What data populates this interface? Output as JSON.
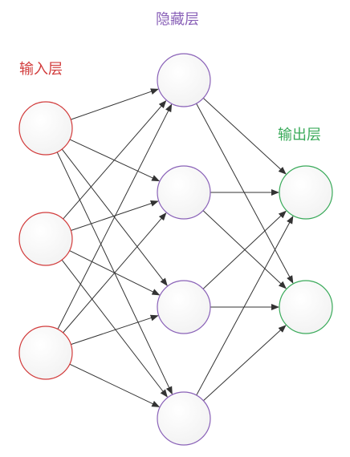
{
  "labels": {
    "input": "输入层",
    "hidden": "隐藏层",
    "output": "输出层"
  },
  "colors": {
    "input": "#d23c3c",
    "hidden": "#8a62b8",
    "output": "#3aaa5a",
    "edge": "#333333",
    "node_fill": "#ffffff"
  },
  "network": {
    "layers": [
      3,
      4,
      2
    ],
    "connectivity": "fully-connected"
  }
}
